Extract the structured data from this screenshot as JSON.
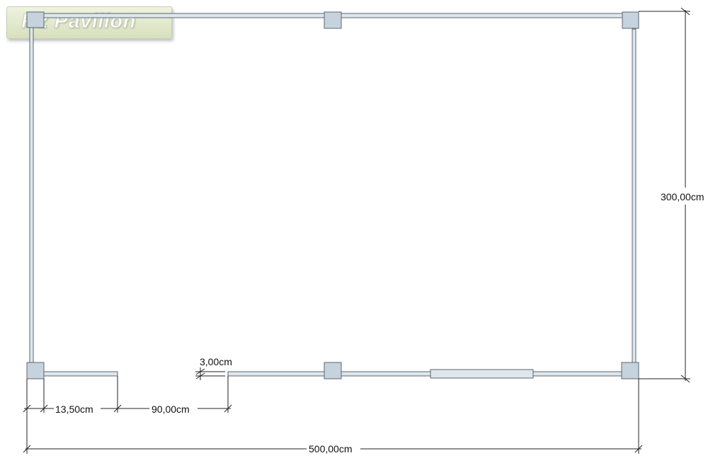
{
  "logo": {
    "text": "K2 Pavillon"
  },
  "dimensions": {
    "width": "500,00cm",
    "depth": "300,00cm",
    "post_offset": "13,50cm",
    "door_opening": "90,00cm",
    "wall_thickness": "3,00cm"
  },
  "colors": {
    "post_fill": "#c6d3de",
    "post_stroke": "#5c6670",
    "wall_fill": "#dfe6ec",
    "wall_stroke": "#5c6670",
    "dimension_line": "#222222"
  }
}
